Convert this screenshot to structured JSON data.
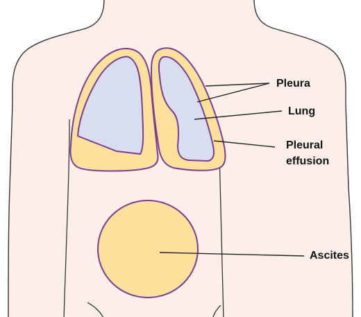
{
  "labels": {
    "pleura": "Pleura",
    "lung": "Lung",
    "pleural_effusion_line1": "Pleural",
    "pleural_effusion_line2": "effusion",
    "ascites": "Ascites"
  },
  "colors": {
    "skin": "#fcefea",
    "body_outline": "#333333",
    "pleura_fill": "#fde19a",
    "lung_fill": "#d9ddf0",
    "membrane_outline": "#7a3b9a",
    "leader_line": "#222222"
  }
}
